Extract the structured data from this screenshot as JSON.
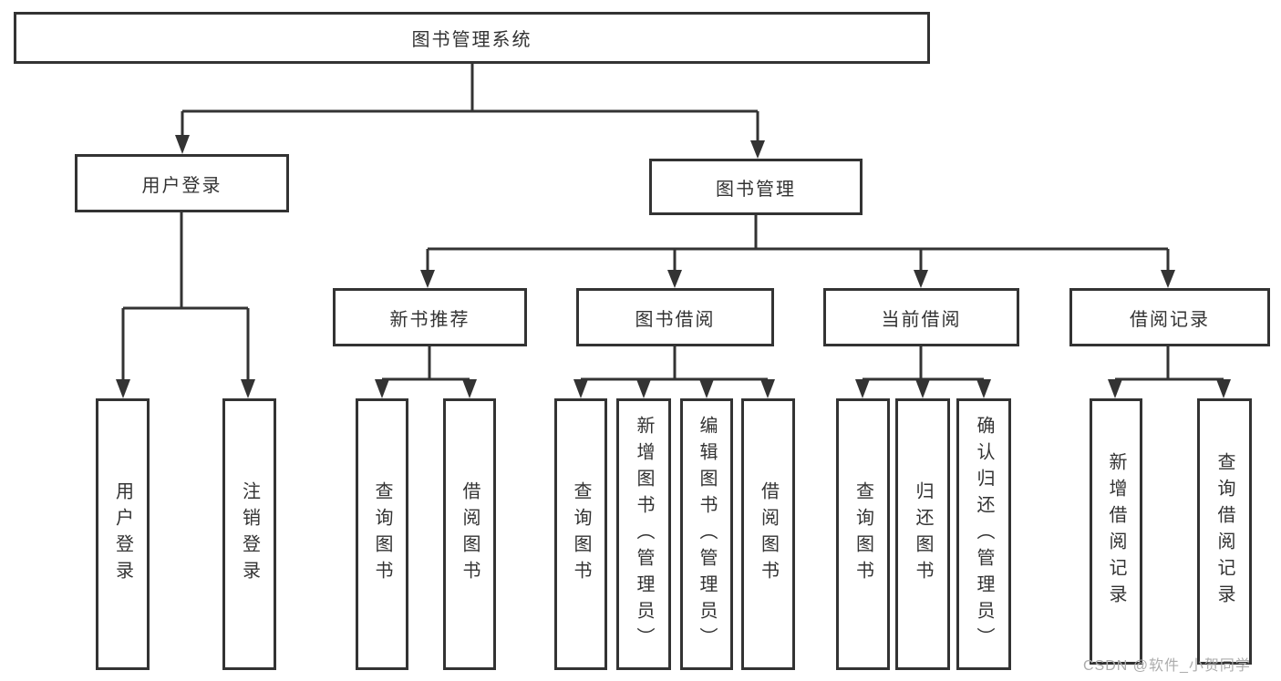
{
  "tree": {
    "label": "图书管理系统",
    "children": [
      {
        "label": "用户登录",
        "children": [
          {
            "label": "用户登录"
          },
          {
            "label": "注销登录"
          }
        ]
      },
      {
        "label": "图书管理",
        "children": [
          {
            "label": "新书推荐",
            "children": [
              {
                "label": "查询图书"
              },
              {
                "label": "借阅图书"
              }
            ]
          },
          {
            "label": "图书借阅",
            "children": [
              {
                "label": "查询图书"
              },
              {
                "label": "新增图书（管理员）"
              },
              {
                "label": "编辑图书（管理员）"
              },
              {
                "label": "借阅图书"
              }
            ]
          },
          {
            "label": "当前借阅",
            "children": [
              {
                "label": "查询图书"
              },
              {
                "label": "归还图书"
              },
              {
                "label": "确认归还（管理员）"
              }
            ]
          },
          {
            "label": "借阅记录",
            "children": [
              {
                "label": "新增借阅记录"
              },
              {
                "label": "查询借阅记录"
              }
            ]
          }
        ]
      }
    ]
  },
  "watermark": {
    "text": "CSDN @软件_小贺同学"
  },
  "colors": {
    "line": "#333333",
    "text": "#333333",
    "watermark": "#acacac",
    "background": "#ffffff"
  }
}
